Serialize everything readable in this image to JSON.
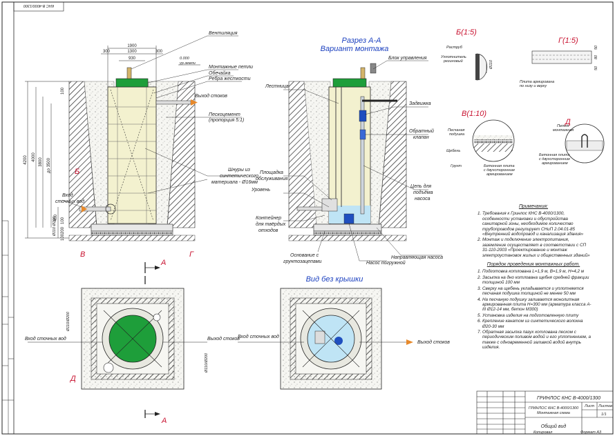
{
  "sheet": {
    "code_rotated": "КНС В-4000/1300",
    "title_block": {
      "project": "ГРИНЛОС КНС В-4000/1300",
      "drawing_name_line1": "ГРИНЛОС КНС В-4000/1300",
      "drawing_name_line2": "Монтажная схема",
      "view_title": "Общий вид",
      "sheet_label": "Лист",
      "sheets_label": "Листов",
      "sheet_num": "1/1",
      "format_label": "Формат А3",
      "copied_label": "Копировал"
    }
  },
  "left_view": {
    "dims": {
      "d1900": "1900",
      "d1300": "1300",
      "d930": "930",
      "d300a": "300",
      "d300b": "300",
      "h4200": "4200",
      "h4000": "4000",
      "h3800": "3800",
      "h3500": "до 3500",
      "h100": "100",
      "h400": "400",
      "h100b": "100",
      "h200": "200",
      "h100c": "100"
    },
    "level_value": "0.000",
    "level_label": "ур.земли",
    "labels": {
      "ventilation": "Вентиляция",
      "mounting_loops": "Монтажные петли",
      "shell": "Обечайка",
      "ribs": "Ребра жесткости",
      "outlet": "Выход стоков",
      "sand_cement": "Пескоцемент",
      "sand_cement_ratio": "(пропорция 5:1)",
      "cords_1": "Шнуры из",
      "cords_2": "синтетического",
      "cords_3": "материала - Ø16мм",
      "inlet_1": "Вход",
      "inlet_2": "сточных вод",
      "pipe_110_200": "Ø110 Ø200",
      "B": "Б",
      "V": "В",
      "G": "Г",
      "A": "А"
    }
  },
  "section_view": {
    "title_1": "Разрез А-А",
    "title_2": "Вариант монтажа",
    "labels": {
      "control_block": "Блок управления",
      "ladder": "Лестница",
      "valve": "Задвижка",
      "check_valve_1": "Обратный",
      "check_valve_2": "клапан",
      "platform_1": "Площадка",
      "platform_2": "обслуживания",
      "level": "Уровень",
      "chain_1": "Цепь для",
      "chain_2": "подъёма",
      "chain_3": "насоса",
      "container_1": "Контейнер",
      "container_2": "для твёрдых",
      "container_3": "отходов",
      "base_1": "Основание с",
      "base_2": "грунтозацепами",
      "pump": "Насос погружной",
      "guide": "Направляющая насоса"
    }
  },
  "details": {
    "B_title": "Б(1:5)",
    "B_flare": "Раструб",
    "B_seal_1": "Уплотнитель",
    "B_seal_2": "резиновый",
    "B_dim": "Ø110",
    "G_title": "Г(1:5)",
    "G_slab_1": "Плита армирована",
    "G_slab_2": "по низу и верху",
    "G_d1": "80",
    "G_d2": "50",
    "G_d3": "50",
    "V_title": "В(1:10)",
    "V_sand_1": "Песчаная",
    "V_sand_2": "подушка",
    "V_gravel": "Щебень",
    "V_soil": "Грунт",
    "V_concrete_1": "Бетонная плита",
    "V_concrete_2": "с двухсторонним",
    "V_concrete_3": "армированием",
    "D_title": "Д",
    "D_loop_1": "Петля",
    "D_loop_2": "монтажная",
    "D_concrete_1": "Бетонная плита",
    "D_concrete_2": "с двухсторонним",
    "D_concrete_3": "армированием"
  },
  "plan_views": {
    "title": "Вид без крышки",
    "inlet": "Вход сточных вод",
    "outlet": "Выход стоков",
    "inlet2": "Вход сточных вод",
    "outlet2": "Выход стоков",
    "pipe_a": "Ø110/Ø200",
    "pipe_b": "Ø110/Ø200",
    "D": "Д",
    "A": "А"
  },
  "notes": {
    "title": "Примечания:",
    "items": [
      "Требования к Гринлос КНС В-4000/1300, особенности установки и обустройства санитарной зоны, необходимое количество трубопроводов регулирует СНиП 2.04.01-85 «Внутренний водопровод и канализация здания»",
      "Монтаж и подключение электропитания, заземление осуществляет в соответствии с СП 31-110-2003 «Проектирование и монтаж электроустановок жилых и общественных зданий»"
    ],
    "procedure_title": "Порядок проведения монтажных работ.",
    "procedure": [
      "Подготовка котлована L=1,9 м, B=1,9 м, H=4,2 м",
      "Засыпка на дно котлована щебня средней фракции толщиной 100 мм",
      "Сверху на щебень укладывается и уплотняется песчаная подушка толщиной не менее 50 мм",
      "На песчаную подушку заливается монолитная армированная плита H=300 мм (арматура класса А-III Ø12-14 мм, бетон М300)",
      "Установка изделия на подготовленную плиту",
      "Крепление канатом из синтетического волокна Ø20-30 мм",
      "Обратная засыпка пазух котлована песком с периодическим поливом водой и его уплотнением, а также с одновременной заливкой водой внутрь изделия."
    ]
  },
  "colors": {
    "tank_green": "#1e9e3a",
    "shell": "#f3f1cf",
    "water": "#bfe4f5",
    "pump_blue": "#1f4fbf",
    "outlet_orange": "#e7892b"
  }
}
